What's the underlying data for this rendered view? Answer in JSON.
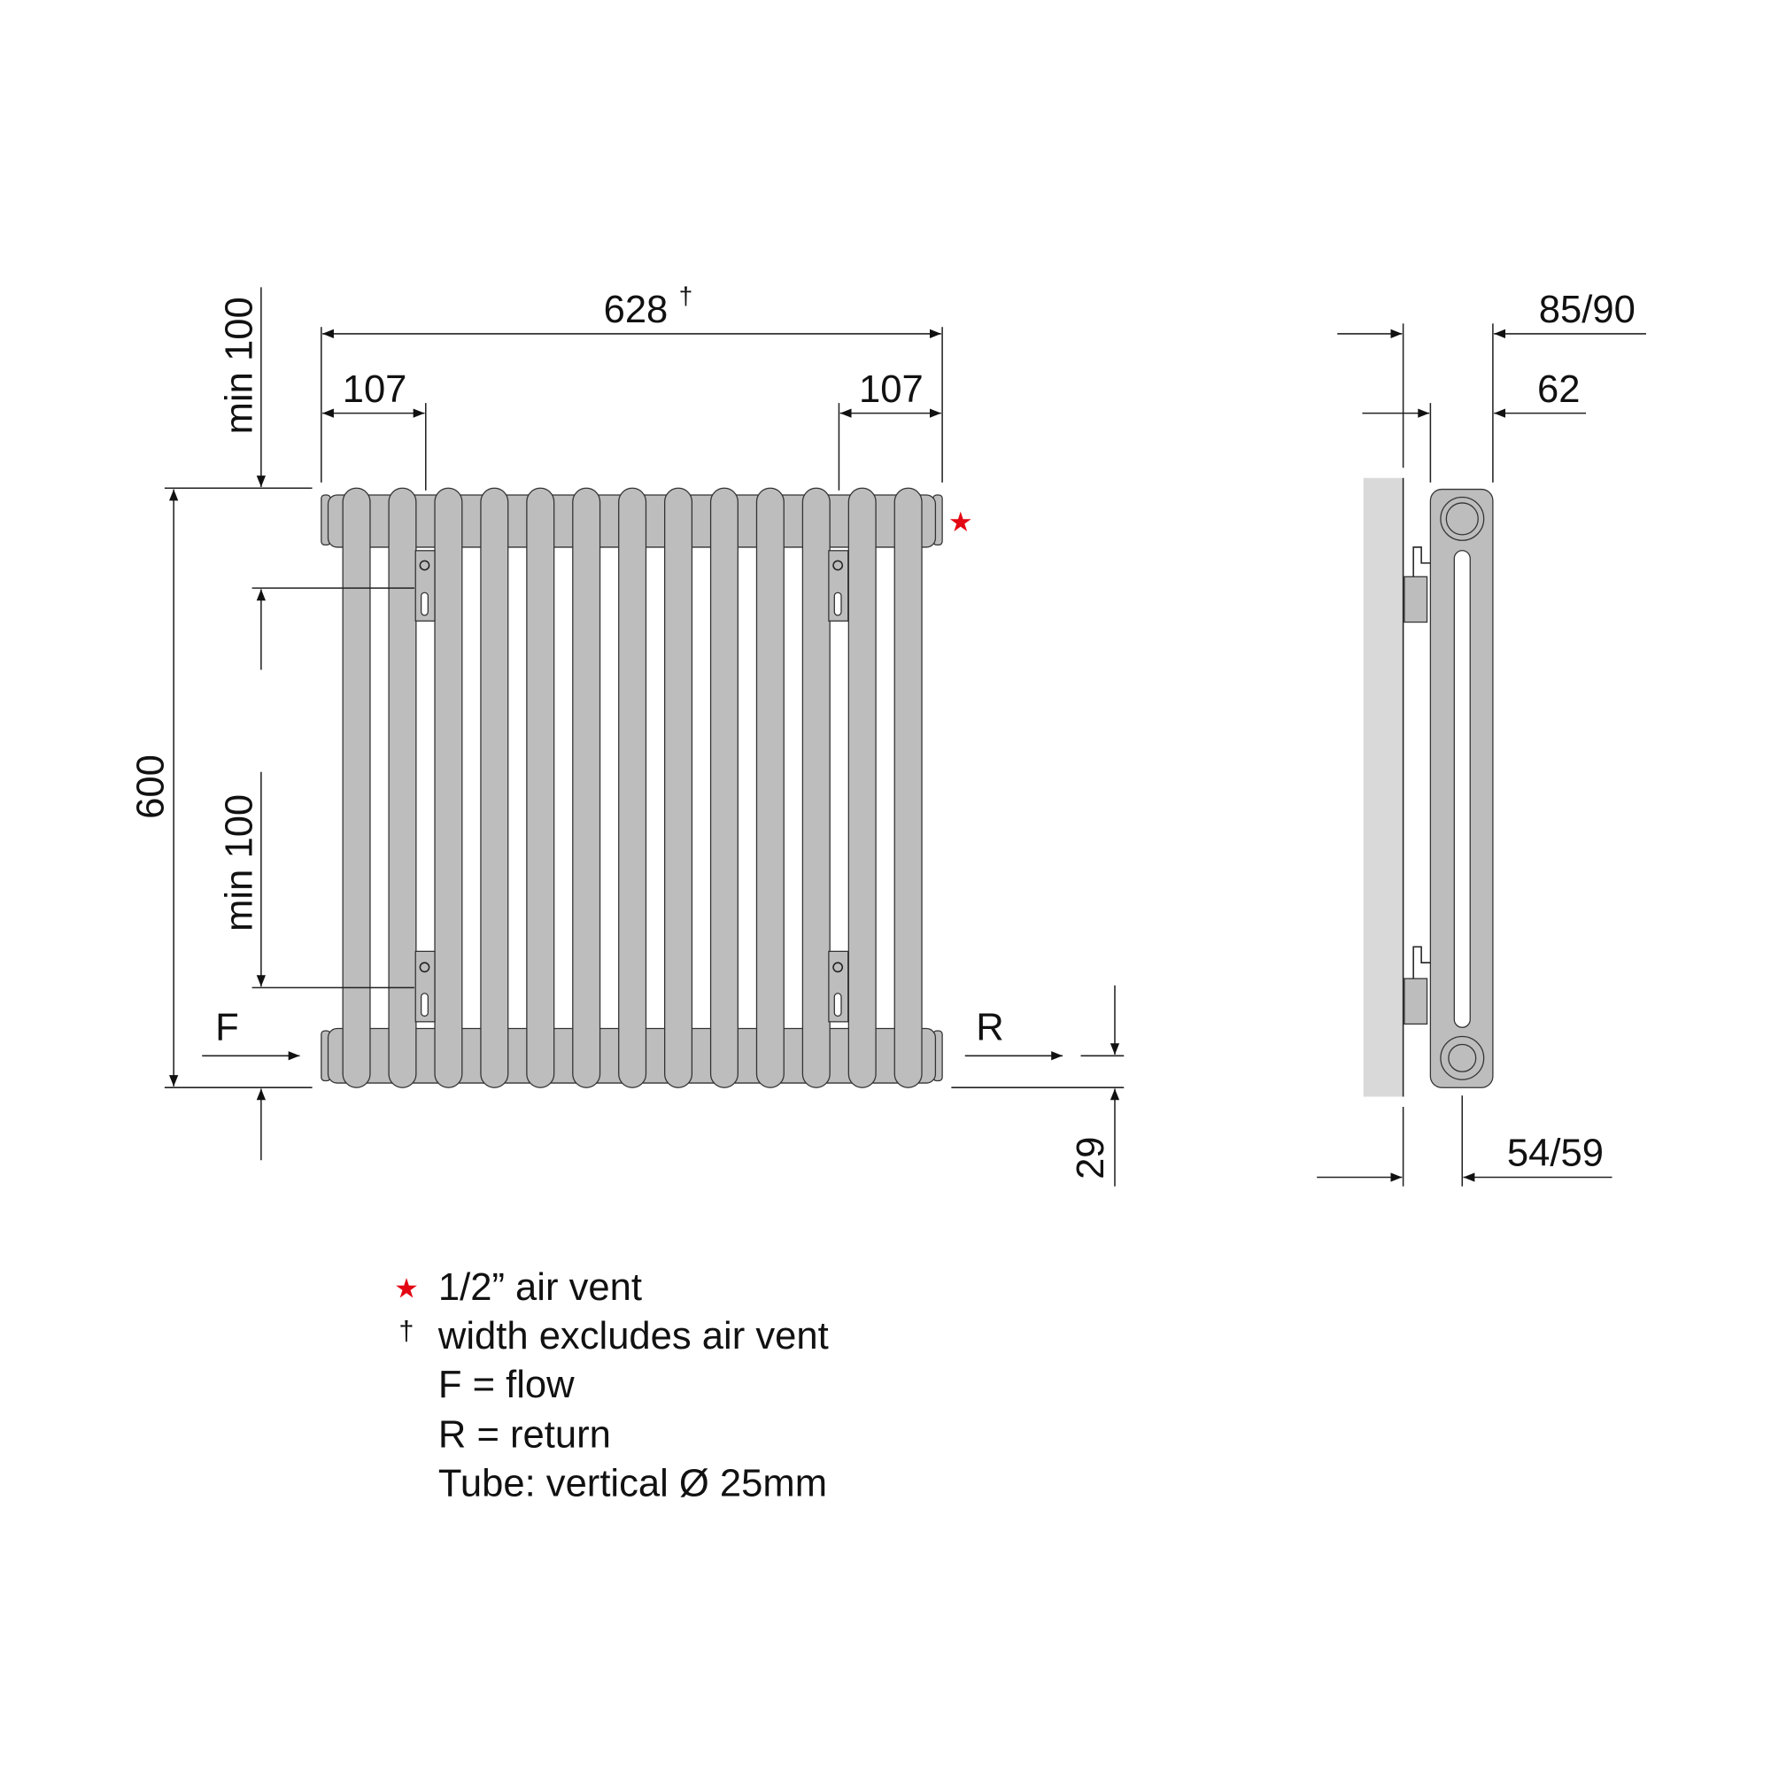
{
  "dimensions": {
    "width": "628",
    "width_mark": "†",
    "left_bracket_offset": "107",
    "right_bracket_offset": "107",
    "top_clearance": "min 100",
    "bracket_spacing": "min 100",
    "height": "600",
    "pipe_centre_height": "29",
    "depth_total": "85/90",
    "depth_radiator": "62",
    "wall_to_pipe_centre": "54/59"
  },
  "connections": {
    "flow": "F",
    "return": "R"
  },
  "legend": [
    {
      "symbol": "★",
      "text": "1/2” air vent"
    },
    {
      "symbol": "†",
      "text": "width excludes air vent"
    },
    {
      "symbol": "",
      "text": "F = flow"
    },
    {
      "symbol": "",
      "text": "R = return"
    },
    {
      "symbol": "",
      "text": "Tube: vertical Ø 25mm"
    }
  ],
  "colors": {
    "radiator": "#bdbdbd",
    "wall": "#d9d9d9",
    "air_vent_star": "#e30613"
  }
}
